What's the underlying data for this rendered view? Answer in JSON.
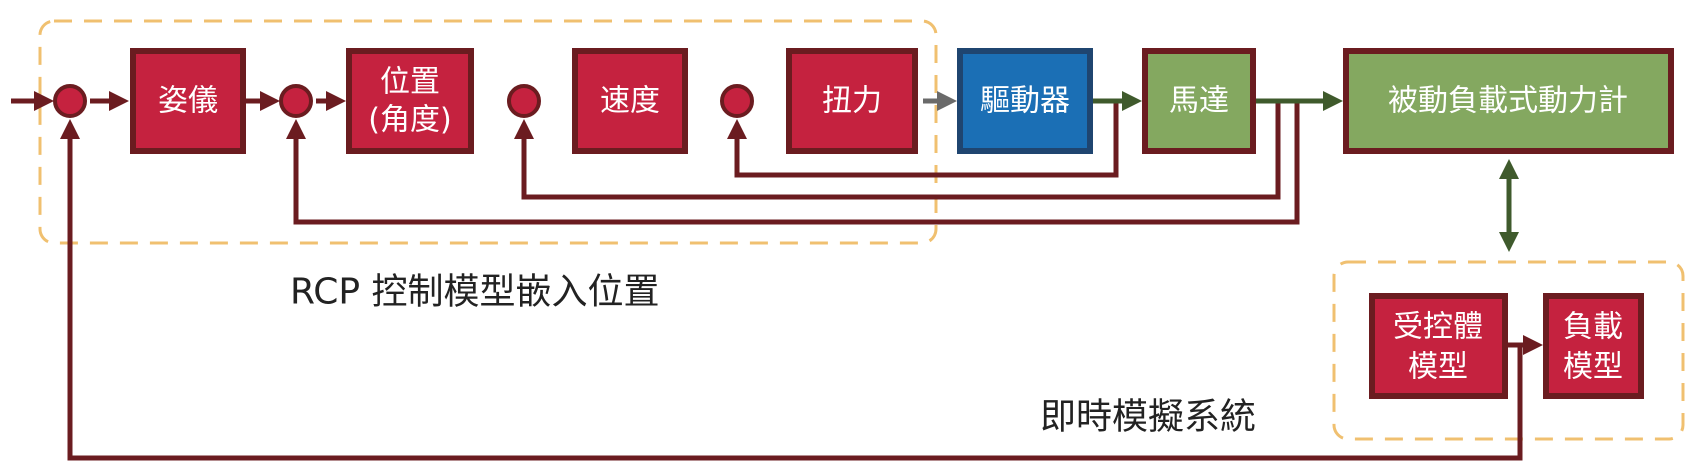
{
  "colors": {
    "red_block": "#c5223f",
    "red_border": "#6b1c20",
    "blue_block": "#1b6fb5",
    "blue_border": "#1f4570",
    "green_block": "#84a860",
    "green_arrow": "#3f5a2c",
    "gray_arrow": "#6a6a6a",
    "dashed_group": "#f0c070"
  },
  "blocks": {
    "attitude": "姿儀",
    "position_l1": "位置",
    "position_l2": "(角度)",
    "velocity": "速度",
    "torque": "扭力",
    "driver": "驅動器",
    "motor": "馬達",
    "dynamometer": "被動負載式動力計",
    "plant_l1": "受控體",
    "plant_l2": "模型",
    "load_l1": "負載",
    "load_l2": "模型"
  },
  "groups": {
    "rcp_label": "RCP 控制模型嵌入位置",
    "realtime_label": "即時模擬系統"
  }
}
